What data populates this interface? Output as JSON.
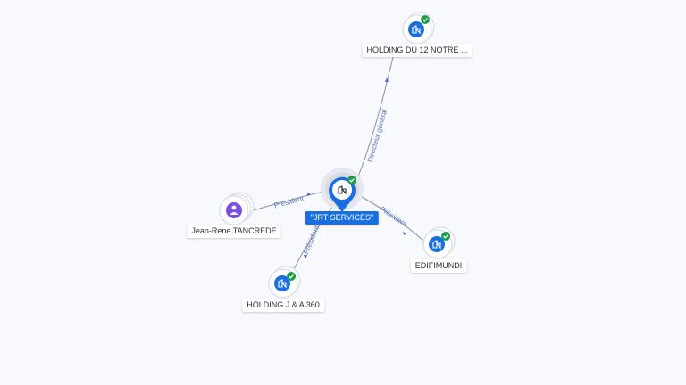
{
  "graph": {
    "nodes": {
      "center": {
        "label": "\"JRT SERVICES\"",
        "kind": "company",
        "verified": true
      },
      "holding12": {
        "label": "HOLDING DU 12 NOTRE ...",
        "kind": "company",
        "verified": true
      },
      "tancrede": {
        "label": "Jean-Rene TANCREDE",
        "kind": "person",
        "verified": false
      },
      "edifimundi": {
        "label": "EDIFIMUNDI",
        "kind": "company",
        "verified": true
      },
      "holdingja": {
        "label": "HOLDING J & A 360",
        "kind": "company",
        "verified": true
      }
    },
    "edges": {
      "to_holding12": {
        "label": "Directeur général"
      },
      "to_tancrede": {
        "label": "Président"
      },
      "to_edifimundi": {
        "label": "Président"
      },
      "to_holdingja": {
        "label": "Président"
      }
    },
    "colors": {
      "company": "#1a6fe0",
      "person": "#7b4fe0",
      "verified": "#1e9e4a",
      "edge": "#8a91a8",
      "edge_label": "#5b78b8"
    },
    "icons": {
      "company": "building-icon",
      "person": "person-icon",
      "verified": "check-badge-icon"
    }
  }
}
